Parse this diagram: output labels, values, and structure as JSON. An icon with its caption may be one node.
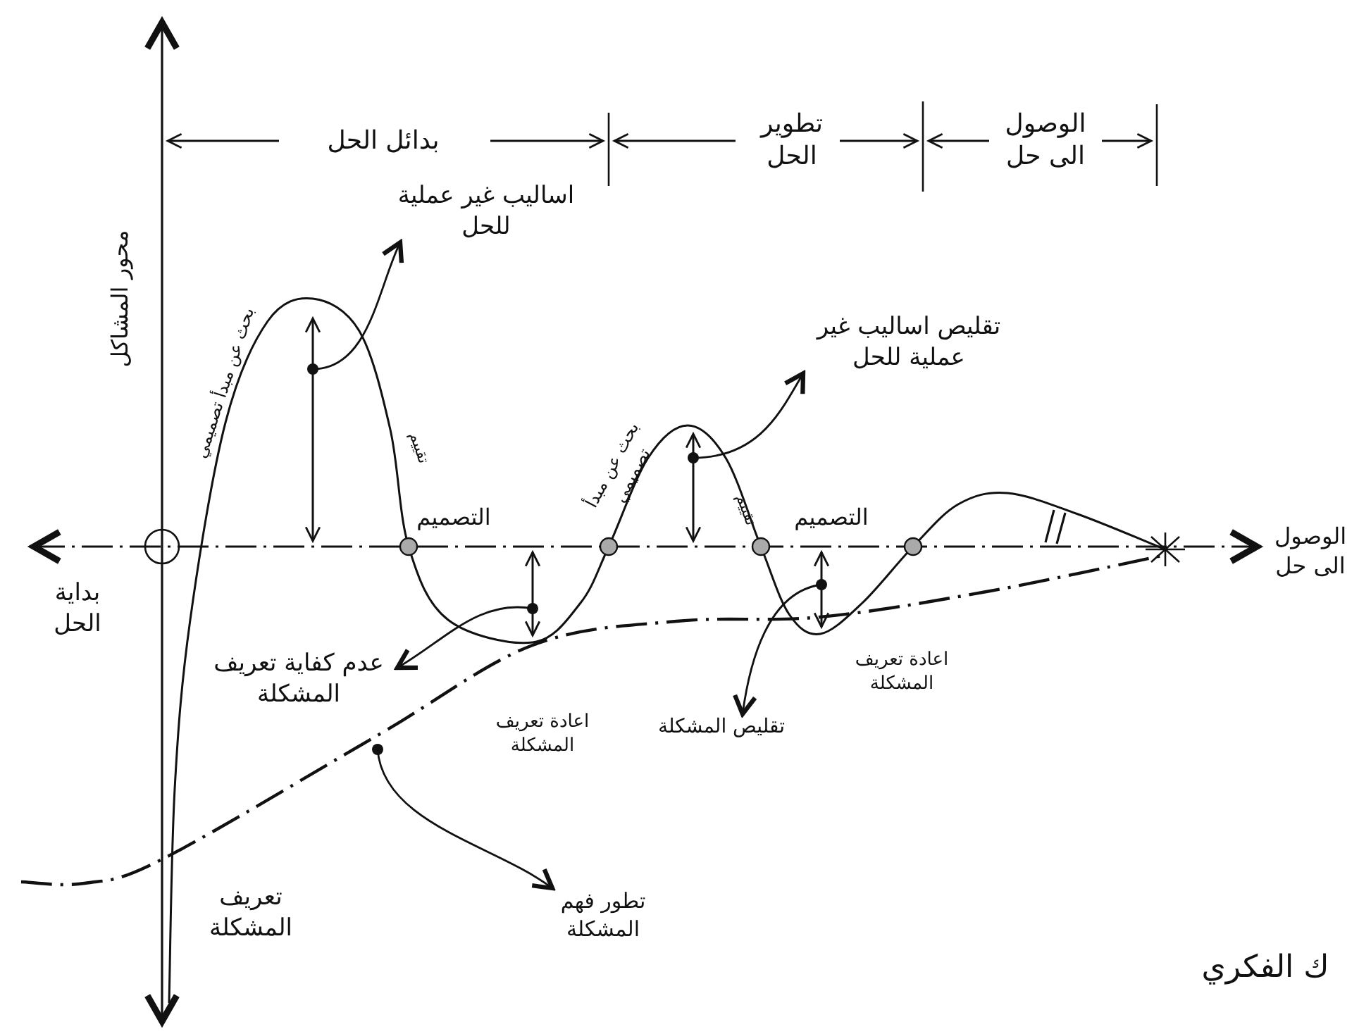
{
  "diagram": {
    "nodes": [
      {
        "text": [
          "اساليب غير عملية للحل"
        ]
      },
      {
        "text": [
          "تقليص اساليب غير عملية للحل"
        ]
      },
      {
        "text": [
          "عدم كفاية تعريف المشكلة"
        ]
      },
      {
        "text": [
          "تقليص المشكلة"
        ]
      },
      {
        "text": [
          "تطور فهم المشكلة"
        ]
      }
    ],
    "edges": [
      {
        "from": null,
        "to": 0,
        "arrow": "to"
      },
      {
        "from": null,
        "to": 1,
        "arrow": "to"
      },
      {
        "from": null,
        "to": 2,
        "arrow": "to"
      },
      {
        "from": null,
        "to": 3,
        "arrow": "to"
      },
      {
        "from": null,
        "to": 4,
        "arrow": "to"
      }
    ],
    "labels": [
      "بدائل الحل",
      "تطوير الحل",
      "الوصول الى حل",
      "محور المشاكل",
      "بحث عن مبدأ تصميمي",
      "تقييم",
      "بحث عن مبدأ تصميمي",
      "تقييم",
      "التصميم",
      "التصميم",
      "الوصول الى حل",
      "بداية الحل",
      "اعادة تعريف المشكلة",
      "اعادة تعريف المشكلة",
      "تعريف المشكلة",
      "ك الفكري"
    ]
  }
}
